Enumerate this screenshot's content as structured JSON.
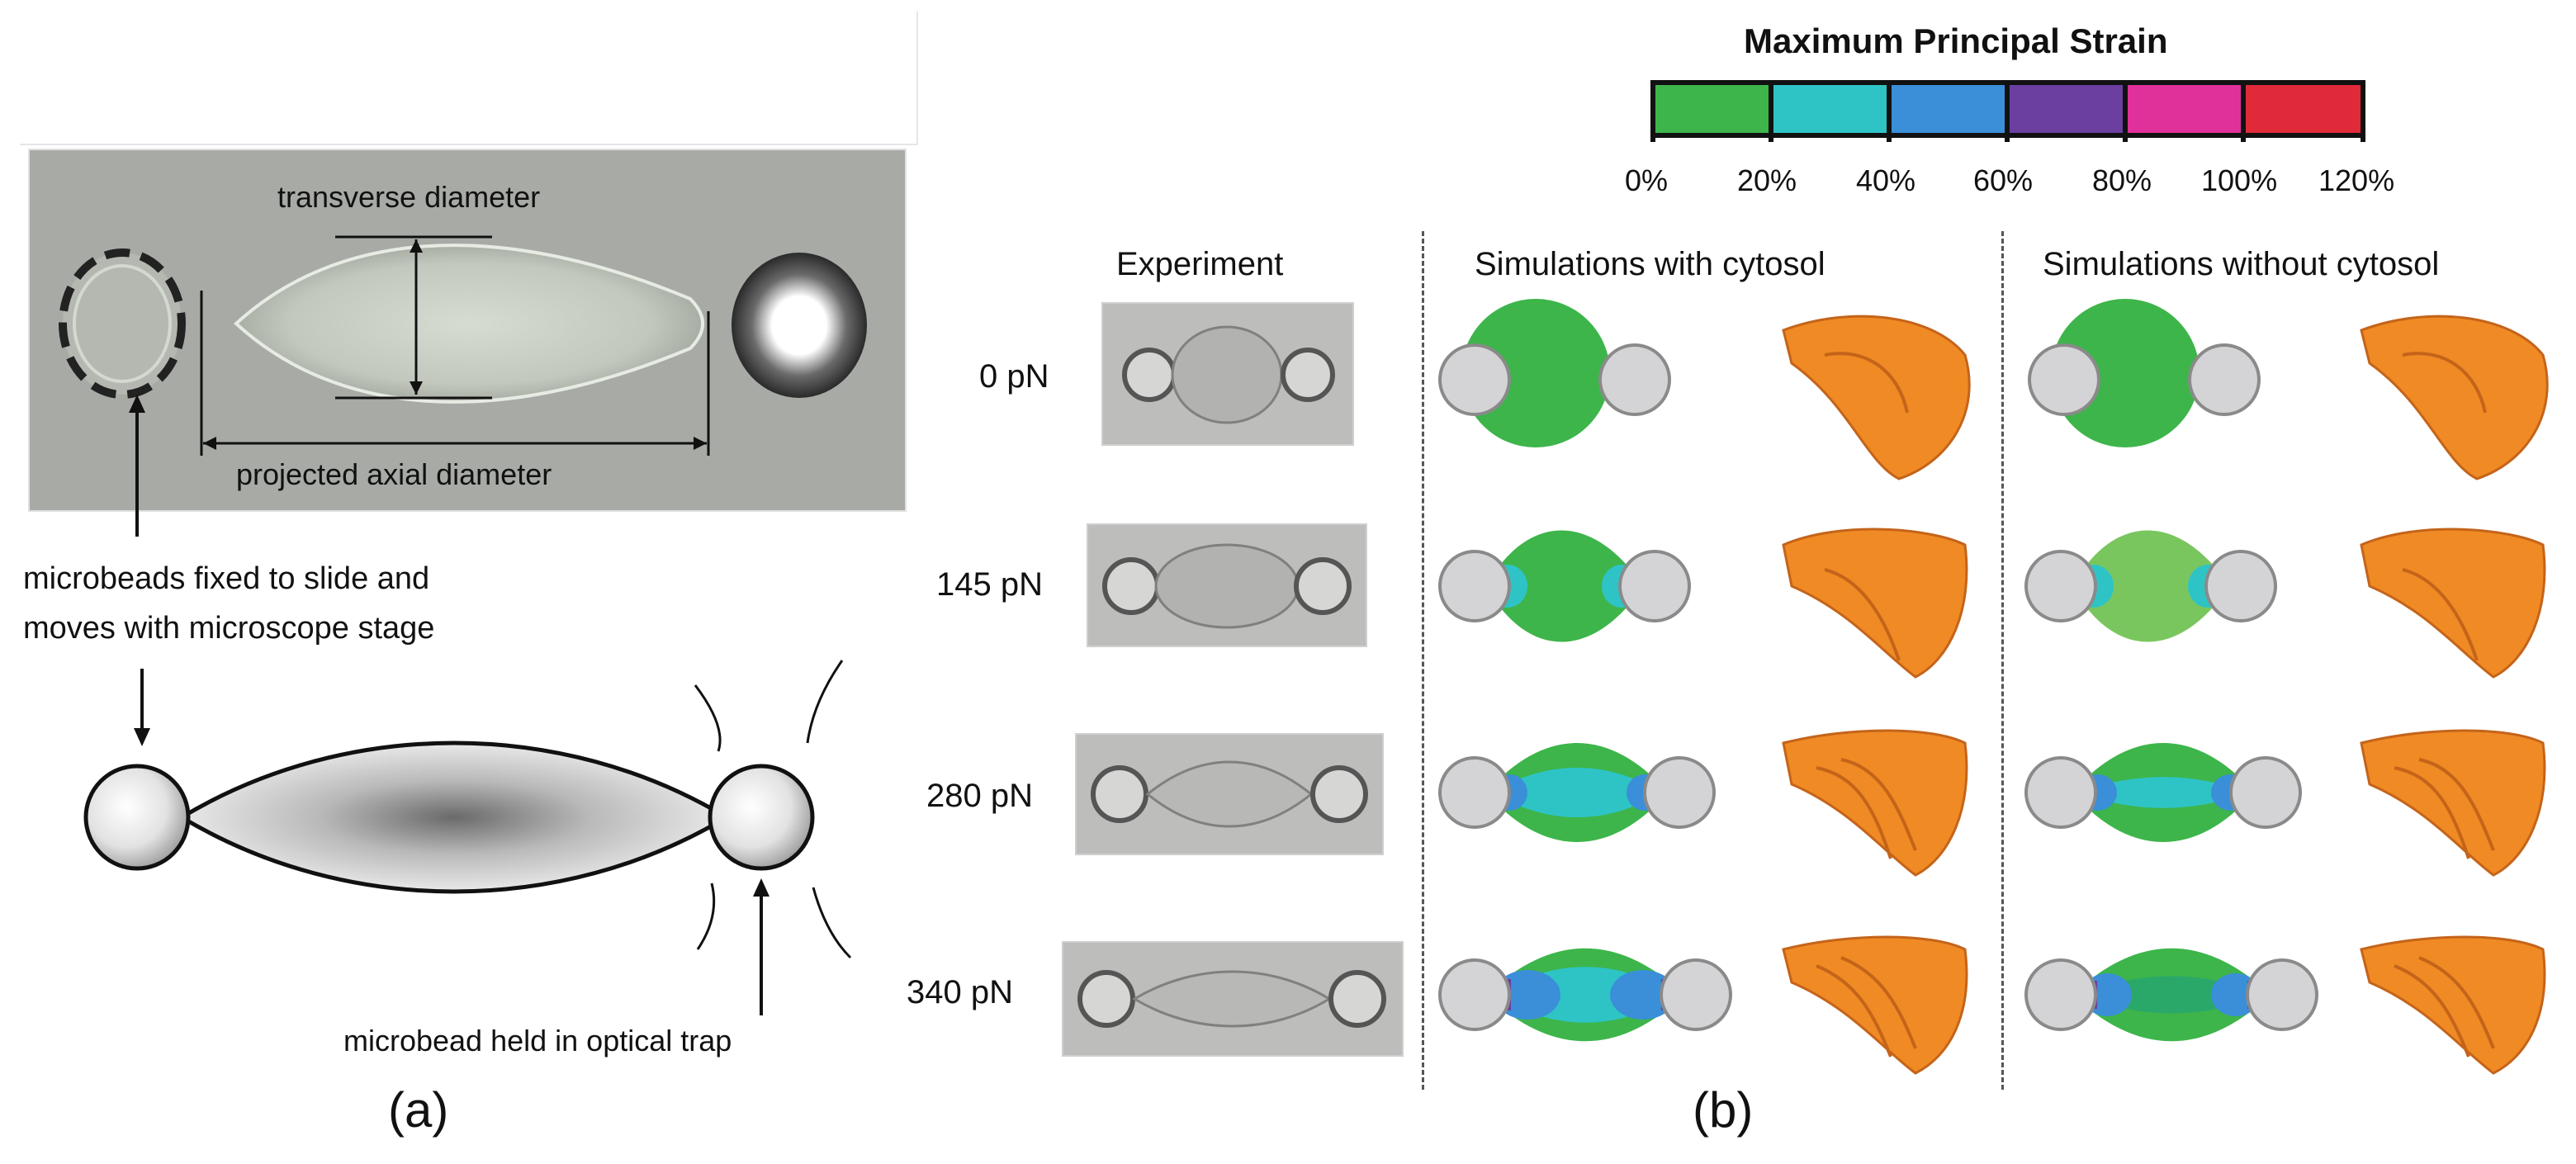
{
  "panel_a": {
    "caption": "(a)",
    "labels": {
      "transverse": "transverse diameter",
      "axial": "projected axial diameter",
      "fixed_bead_line1": "microbeads fixed to slide and",
      "fixed_bead_line2": "moves with microscope stage",
      "trapped_bead": "microbead held in optical trap"
    }
  },
  "panel_b": {
    "caption": "(b)",
    "colorbar": {
      "title": "Maximum Principal Strain",
      "ticks": [
        "0%",
        "20%",
        "40%",
        "60%",
        "80%",
        "100%",
        "120%"
      ],
      "colors": [
        "#3db54a",
        "#2ec4c6",
        "#3a8fd8",
        "#6b3fa0",
        "#e0309a",
        "#e02a3a"
      ]
    },
    "columns": {
      "experiment": "Experiment",
      "with_cytosol": "Simulations with cytosol",
      "without_cytosol": "Simulations without cytosol"
    },
    "rows": [
      {
        "force": "0 pN"
      },
      {
        "force": "145 pN"
      },
      {
        "force": "280 pN"
      },
      {
        "force": "340 pN"
      }
    ],
    "colors": {
      "bead": "#d4d4d6",
      "bead_stroke": "#8a8a8a",
      "mesh": "#f08a24",
      "mesh_dark": "#c4641a"
    }
  }
}
